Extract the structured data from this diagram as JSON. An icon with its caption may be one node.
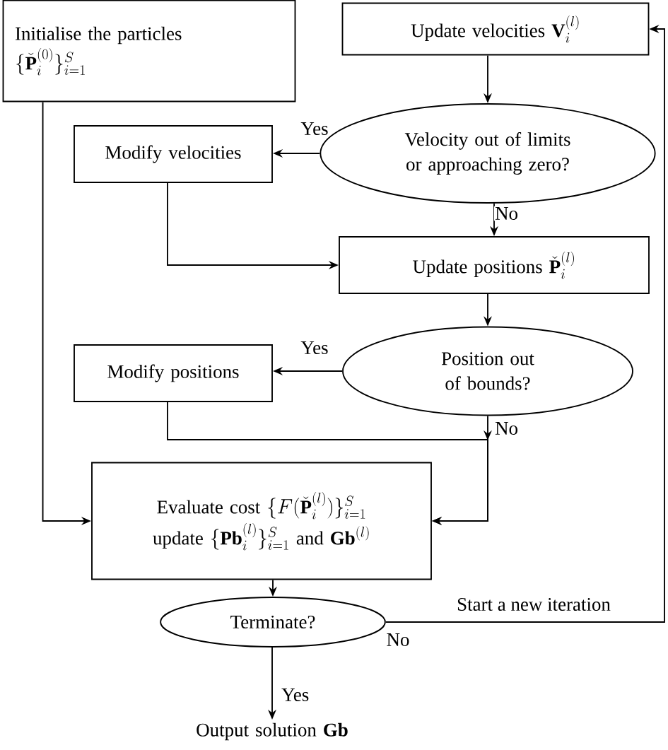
{
  "diagram": {
    "nodes": [
      {
        "text": [
          "Initialise the particles",
          "\\{\\check{\\mathbf{P}}_i^{(0)}\\}_{i=1}^{S}"
        ]
      },
      {
        "text": [
          "\\text{Update velocities }\\mathbf{V}_i^{(l)}"
        ]
      },
      {
        "text": [
          "Velocity out of limits or approaching zero?"
        ]
      },
      {
        "text": [
          "Modify velocities"
        ]
      },
      {
        "text": [
          "\\text{Update positions }\\check{\\mathbf{P}}_i^{(l)}"
        ]
      },
      {
        "text": [
          "Position out of bounds?"
        ]
      },
      {
        "text": [
          "Modify positions"
        ]
      },
      {
        "text": [
          "\\text{Evaluate cost }\\{F(\\check{\\mathbf{P}}_i^{(l)})\\}_{i=1}^{S}",
          "\\text{update }\\{\\mathbf{Pb}_i^{(l)}\\}_{i=1}^{S}\\text{ and }\\mathbf{Gb}^{(l)}"
        ]
      },
      {
        "text": [
          "Terminate?"
        ]
      },
      {
        "text": [
          "\\text{Output solution }\\mathbf{Gb}"
        ]
      }
    ],
    "edges": [
      {
        "from": 1,
        "to": 2,
        "arrow": "to"
      },
      {
        "from": 2,
        "to": 3,
        "arrow": "to",
        "label": "Yes"
      },
      {
        "from": 2,
        "to": 4,
        "arrow": "to",
        "label": "No"
      },
      {
        "from": 3,
        "to": 4,
        "arrow": "to"
      },
      {
        "from": 4,
        "to": 5,
        "arrow": "to"
      },
      {
        "from": 5,
        "to": 6,
        "arrow": "to",
        "label": "Yes"
      },
      {
        "from": 5,
        "to": 7,
        "arrow": "to",
        "label": "No"
      },
      {
        "from": 6,
        "to": 7,
        "arrow": "to"
      },
      {
        "from": 0,
        "to": 7,
        "arrow": "to"
      },
      {
        "from": 7,
        "to": 8,
        "arrow": "to"
      },
      {
        "from": 8,
        "to": 9,
        "arrow": "to",
        "label": "Yes"
      },
      {
        "from": 8,
        "to": 1,
        "arrow": "to",
        "label": "No"
      }
    ],
    "labels": [
      "Start a new iteration"
    ]
  }
}
